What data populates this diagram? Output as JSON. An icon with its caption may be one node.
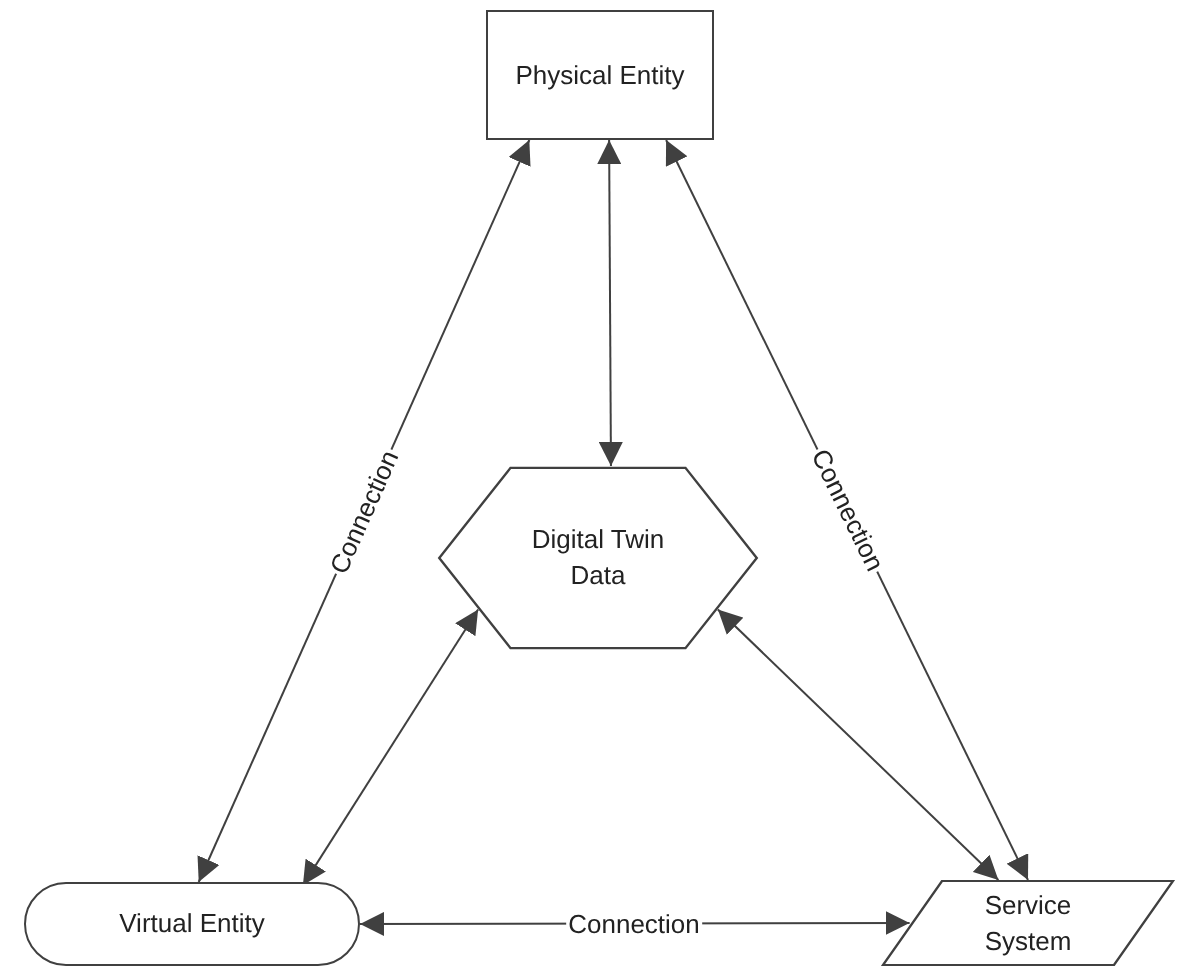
{
  "diagram": {
    "nodes": [
      {
        "text": [
          "Physical Entity"
        ]
      },
      {
        "text": [
          "Digital Twin Data"
        ]
      },
      {
        "text": [
          "Virtual Entity"
        ]
      },
      {
        "text": [
          "Service System"
        ]
      }
    ],
    "edges": [
      {
        "from": 0,
        "to": 2,
        "arrow": "both",
        "label": "Connection"
      },
      {
        "from": 0,
        "to": 1,
        "arrow": "both"
      },
      {
        "from": 0,
        "to": 3,
        "arrow": "both",
        "label": "Connection"
      },
      {
        "from": 1,
        "to": 2,
        "arrow": "both"
      },
      {
        "from": 1,
        "to": 3,
        "arrow": "both"
      },
      {
        "from": 2,
        "to": 3,
        "arrow": "both",
        "label": "Connection"
      }
    ]
  }
}
